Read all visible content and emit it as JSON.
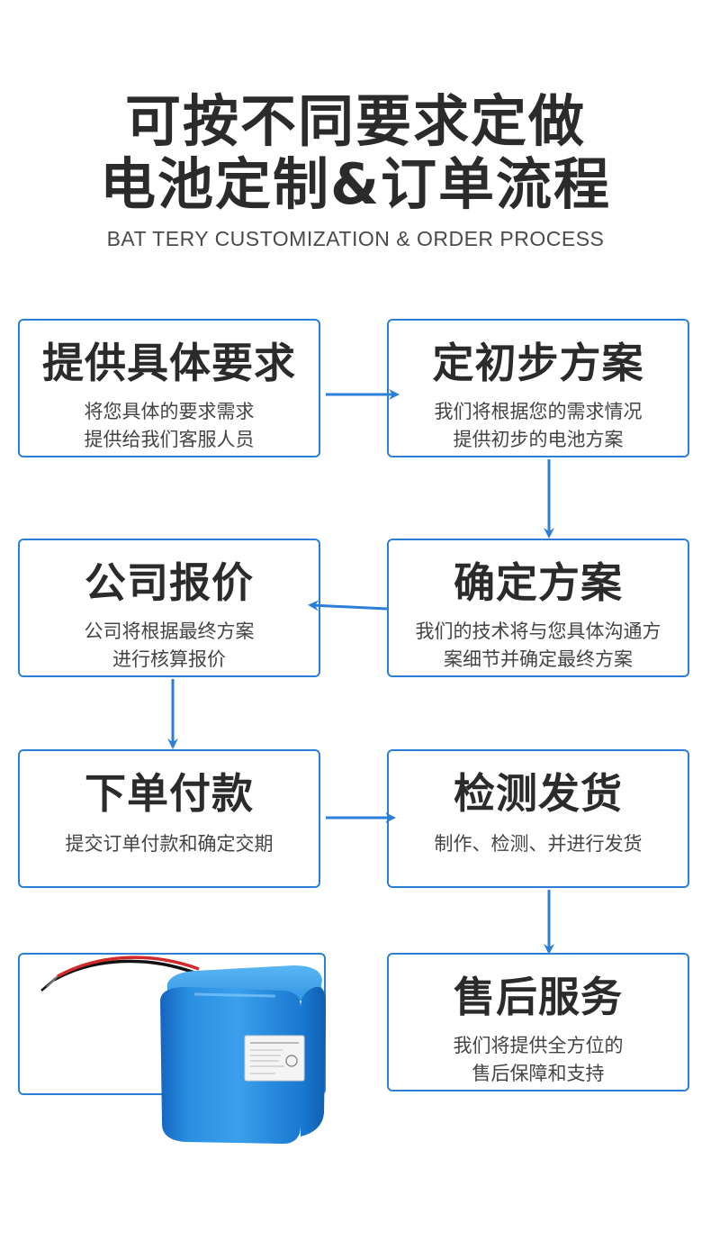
{
  "header": {
    "title_line1": "可按不同要求定做",
    "title_line2": "电池定制&订单流程",
    "subtitle": "BAT TERY CUSTOMIZATION & ORDER PROCESS"
  },
  "steps": [
    {
      "title": "提供具体要求",
      "desc": [
        "将您具体的要求需求",
        "提供给我们客服人员"
      ]
    },
    {
      "title": "定初步方案",
      "desc": [
        "我们将根据您的需求情况",
        "提供初步的电池方案"
      ]
    },
    {
      "title": "确定方案",
      "desc": [
        "我们的技术将与您具体沟通方",
        "案细节并确定最终方案"
      ]
    },
    {
      "title": "公司报价",
      "desc": [
        "公司将根据最终方案",
        "进行核算报价"
      ]
    },
    {
      "title": "下单付款",
      "desc": [
        "提交订单付款和确定交期"
      ]
    },
    {
      "title": "检测发货",
      "desc": [
        "制作、检测、并进行发货"
      ]
    },
    {
      "title": "售后服务",
      "desc": [
        "我们将提供全方位的",
        "售后保障和支持"
      ]
    }
  ],
  "colors": {
    "accent": "#2b7fd6",
    "battery_blue": "#1e88d8",
    "title_text": "#2b2b2b"
  },
  "icons": {
    "arrow": "arrow-icon",
    "recycle": "recycle-icon"
  }
}
